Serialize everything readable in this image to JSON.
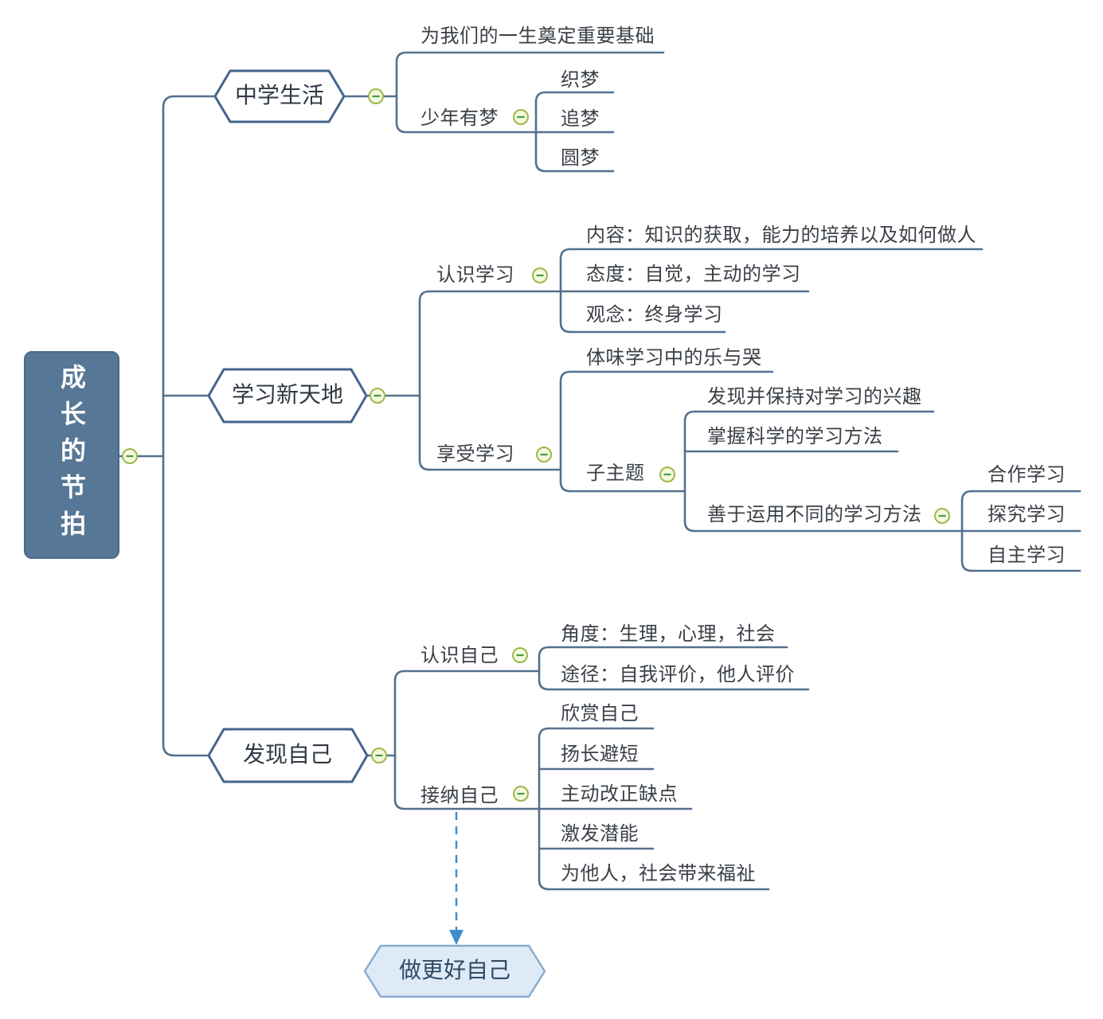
{
  "root": {
    "label": "成长的节拍"
  },
  "branches": [
    {
      "label": "中学生活",
      "children": [
        {
          "label": "为我们的一生奠定重要基础"
        },
        {
          "label": "少年有梦",
          "children": [
            {
              "label": "织梦"
            },
            {
              "label": "追梦"
            },
            {
              "label": "圆梦"
            }
          ]
        }
      ]
    },
    {
      "label": "学习新天地",
      "children": [
        {
          "label": "认识学习",
          "children": [
            {
              "label": "内容：知识的获取，能力的培养以及如何做人"
            },
            {
              "label": "态度：自觉，主动的学习"
            },
            {
              "label": "观念：终身学习"
            }
          ]
        },
        {
          "label": "享受学习",
          "children": [
            {
              "label": "体味学习中的乐与哭"
            },
            {
              "label": "子主题",
              "children": [
                {
                  "label": "发现并保持对学习的兴趣"
                },
                {
                  "label": "掌握科学的学习方法"
                },
                {
                  "label": "善于运用不同的学习方法",
                  "children": [
                    {
                      "label": "合作学习"
                    },
                    {
                      "label": "探究学习"
                    },
                    {
                      "label": "自主学习"
                    }
                  ]
                }
              ]
            }
          ]
        }
      ]
    },
    {
      "label": "发现自己",
      "children": [
        {
          "label": "认识自己",
          "children": [
            {
              "label": "角度：生理，心理，社会"
            },
            {
              "label": "途径：自我评价，他人评价"
            }
          ]
        },
        {
          "label": "接纳自己",
          "children": [
            {
              "label": "欣赏自己"
            },
            {
              "label": "扬长避短"
            },
            {
              "label": "主动改正缺点"
            },
            {
              "label": "激发潜能"
            },
            {
              "label": "为他人，社会带来福祉"
            }
          ]
        }
      ]
    }
  ],
  "callout": {
    "label": "做更好自己"
  },
  "icons": {
    "collapse": "minus"
  },
  "colors": {
    "root_fill": "#567795",
    "root_text": "#FFFFFF",
    "node_border": "#44658C",
    "line": "#54708E",
    "text": "#3A4047",
    "button_fill": "#F4F8DE",
    "button_border": "#9CB94B",
    "button_glyph": "#3F9E3C",
    "callout_fill": "#DEEBF7",
    "callout_border": "#86ABCE",
    "callout_text": "#2F4A63",
    "arrow": "#3E8ECB"
  }
}
